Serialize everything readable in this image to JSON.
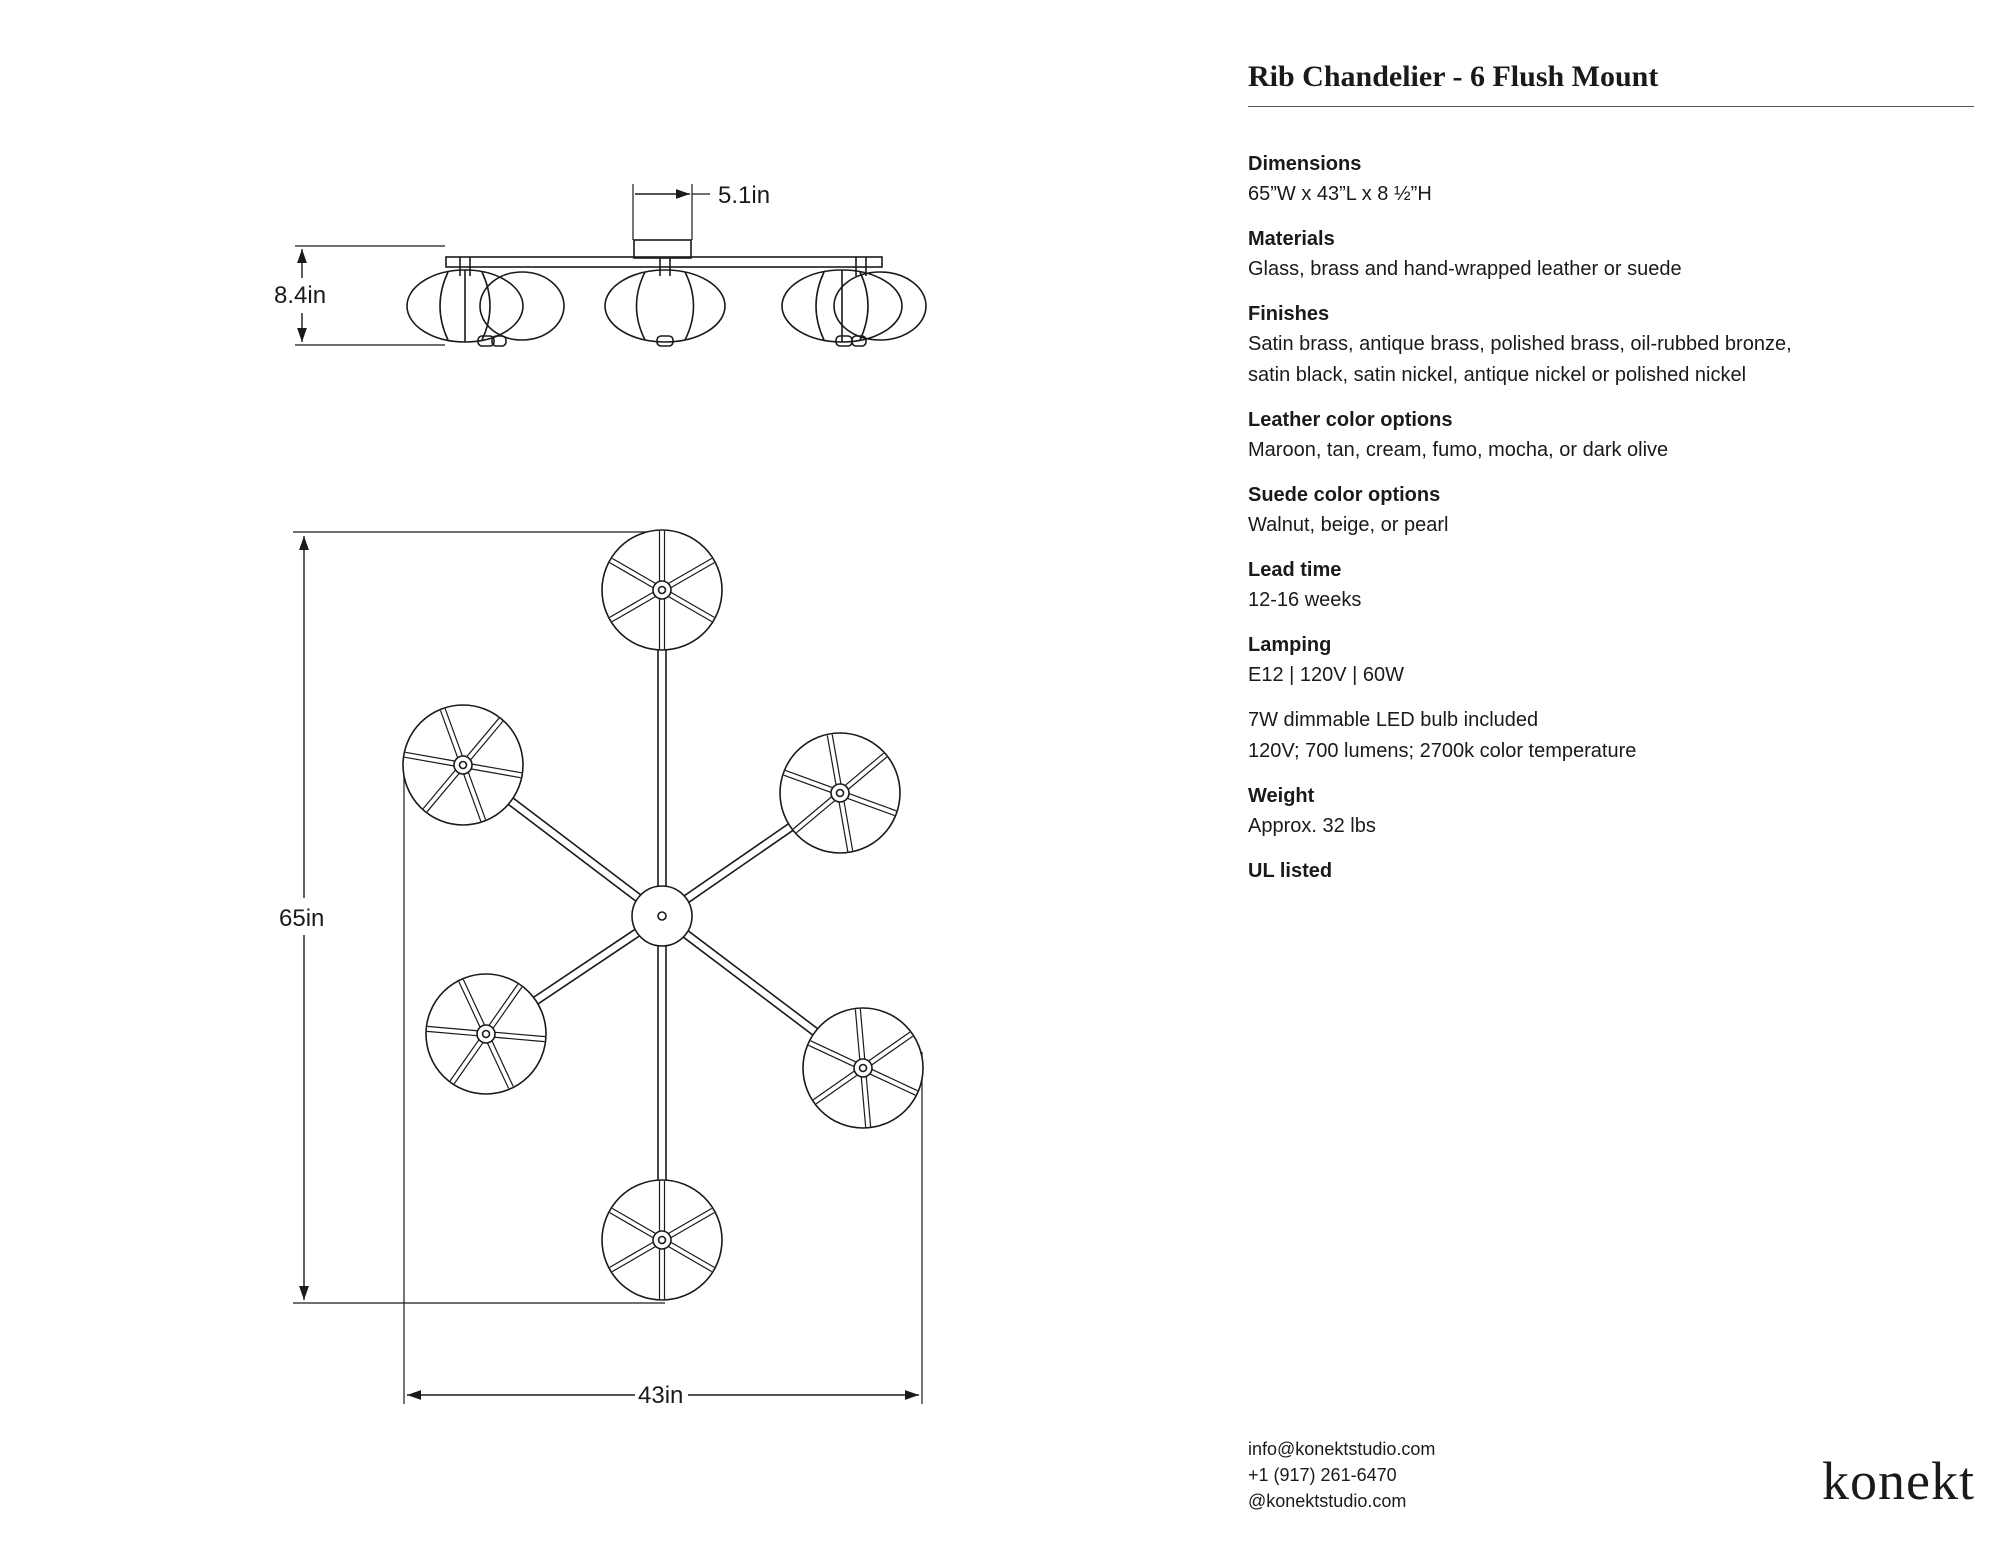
{
  "title": "Rib Chandelier - 6 Flush Mount",
  "drawing": {
    "dim_side_width": "5.1in",
    "dim_side_height": "8.4in",
    "dim_top_height": "65in",
    "dim_top_width": "43in"
  },
  "specs": [
    {
      "label": "Dimensions",
      "value": "65”W x 43”L x 8 ½”H"
    },
    {
      "label": "Materials",
      "value": "Glass, brass and hand-wrapped leather or suede"
    },
    {
      "label": "Finishes",
      "value": "Satin brass, antique brass, polished brass, oil-rubbed bronze,\nsatin black, satin nickel, antique nickel or polished nickel"
    },
    {
      "label": "Leather color options",
      "value": "Maroon, tan, cream, fumo, mocha, or dark olive"
    },
    {
      "label": "Suede color options",
      "value": "Walnut, beige, or pearl"
    },
    {
      "label": "Lead time",
      "value": "12-16 weeks"
    },
    {
      "label": "Lamping",
      "value": "E12 | 120V | 60W"
    },
    {
      "label": "",
      "value": "7W dimmable LED bulb included\n120V; 700 lumens; 2700k color temperature"
    },
    {
      "label": "Weight",
      "value": "Approx. 32 lbs"
    },
    {
      "label": "UL listed",
      "value": ""
    }
  ],
  "contact": {
    "email": "info@konektstudio.com",
    "phone": "+1 (917) 261-6470",
    "social": "@konektstudio.com"
  },
  "brand": "konekt"
}
